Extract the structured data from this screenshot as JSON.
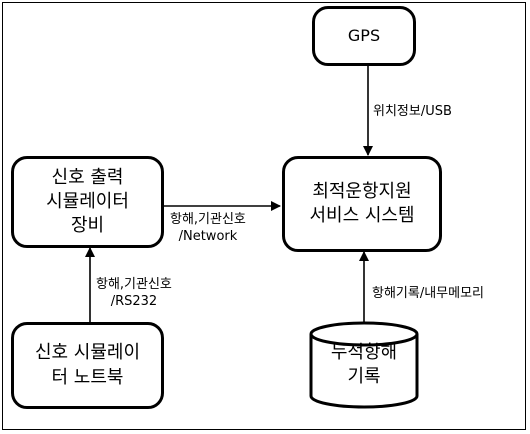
{
  "nodes": {
    "gps": "GPS",
    "signal_output": "신호 출력\n시뮬레이터\n장비",
    "service_system": "최적운항지원\n서비스 시스템",
    "notebook": "신호 시뮬레이\n터 노트북",
    "cumulative_log": "누적항해\n기록"
  },
  "edges": {
    "gps_to_system": "위치정보/USB",
    "output_to_system": "항해,기관신호\n/Network",
    "notebook_to_output": "항해,기관신호\n/RS232",
    "log_to_system": "항해기록/내무메모리"
  }
}
